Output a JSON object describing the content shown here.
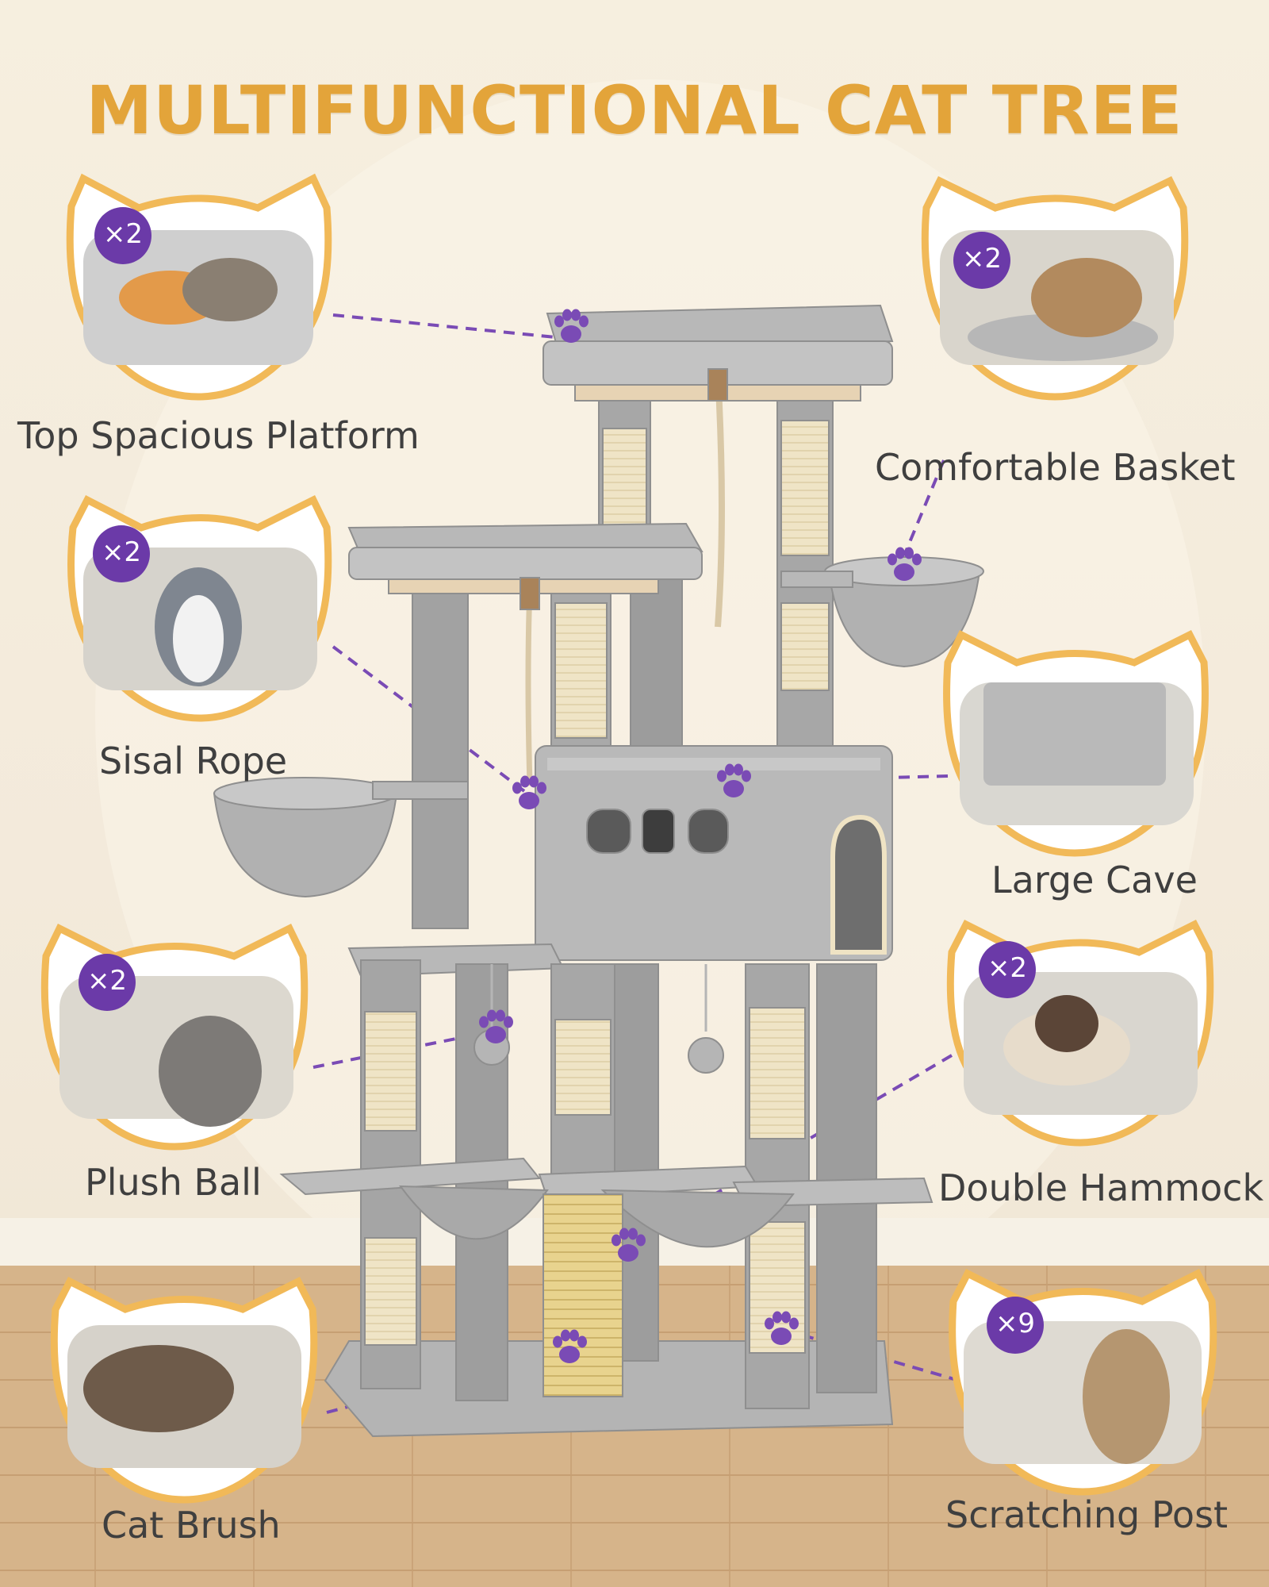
{
  "title": "MULTIFUNCTIONAL CAT TREE",
  "colors": {
    "title": "#e3a43a",
    "badge": "#6b3aa8",
    "frame": "#f1b958",
    "leader": "#7a4bb5",
    "fur": "#a9a9a9",
    "sisal": "#efe3c4"
  },
  "features": [
    {
      "label": "Top Spacious Platform",
      "badge": "×2"
    },
    {
      "label": "Comfortable Basket",
      "badge": "×2"
    },
    {
      "label": "Sisal Rope",
      "badge": "×2"
    },
    {
      "label": "Large Cave",
      "badge": ""
    },
    {
      "label": "Plush Ball",
      "badge": "×2"
    },
    {
      "label": "Double Hammock",
      "badge": "×2"
    },
    {
      "label": "Cat Brush",
      "badge": ""
    },
    {
      "label": "Scratching Post",
      "badge": "×9"
    }
  ]
}
